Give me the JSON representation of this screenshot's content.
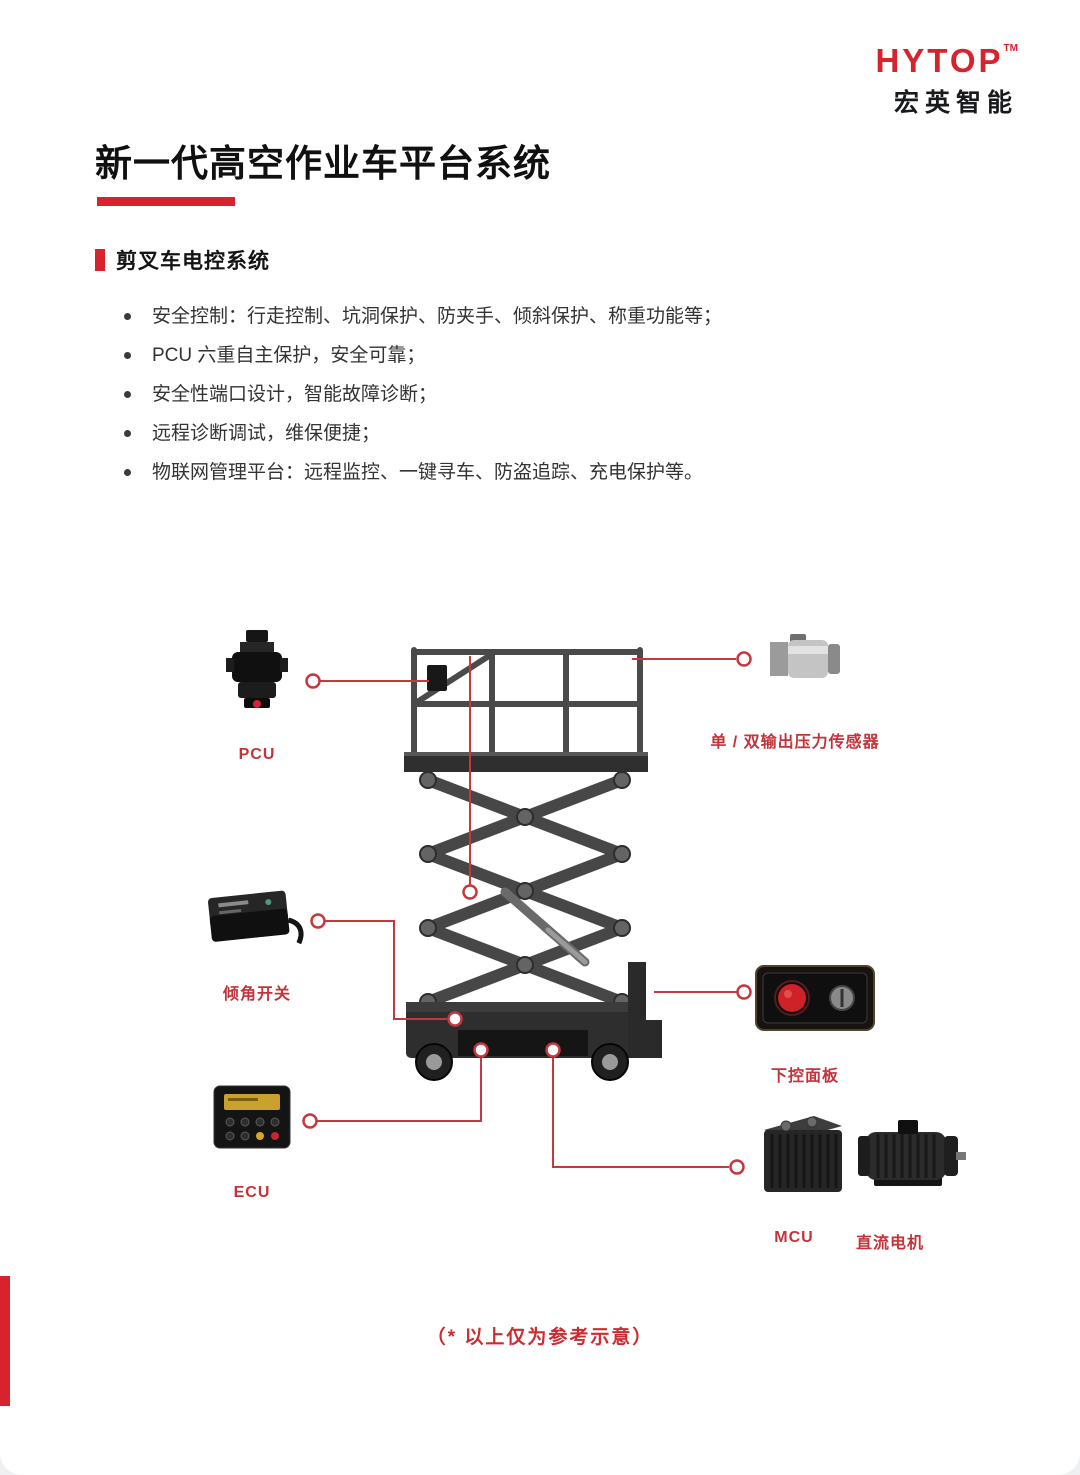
{
  "brand": {
    "logo_text": "HYTOP",
    "logo_tm": "TM",
    "logo_sub": "宏英智能"
  },
  "page": {
    "title": "新一代高空作业车平台系统",
    "section_title": "剪叉车电控系统",
    "bullets": [
      "安全控制：行走控制、坑洞保护、防夹手、倾斜保护、称重功能等；",
      "PCU 六重自主保护，安全可靠；",
      "安全性端口设计，智能故障诊断；",
      "远程诊断调试，维保便捷；",
      "物联网管理平台：远程监控、一键寻车、防盗追踪、充电保护等。"
    ],
    "footnote": "（* 以上仅为参考示意）"
  },
  "diagram": {
    "labels": {
      "pcu": "PCU",
      "pressure_sensor": "单 / 双输出压力传感器",
      "tilt_switch": "倾角开关",
      "lower_control_panel": "下控面板",
      "ecu": "ECU",
      "mcu": "MCU",
      "dc_motor": "直流电机"
    }
  },
  "colors": {
    "accent_red": "#d7232e",
    "callout_red": "#c5383e",
    "label_red": "#c5333a",
    "text_dark": "#222222"
  }
}
